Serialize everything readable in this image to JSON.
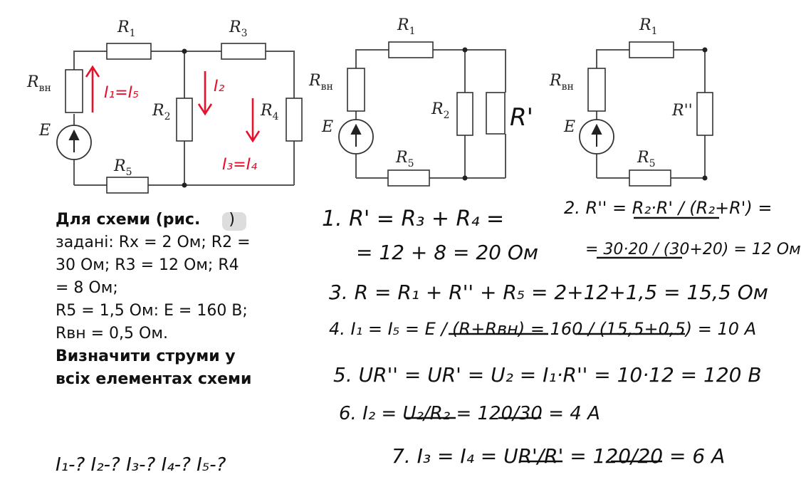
{
  "diagrams": {
    "labels": {
      "r1": "R",
      "r1_sub": "1",
      "r3": "R",
      "r3_sub": "3",
      "r2": "R",
      "r2_sub": "2",
      "r4": "R",
      "r4_sub": "4",
      "r5": "R",
      "r5_sub": "5",
      "rvn": "R",
      "rvn_sub": "вн",
      "e": "E",
      "r_prime": "R'",
      "r_dprime": "R''"
    },
    "annotations": {
      "i1_i5": "I₁=I₅",
      "i2": "I₂",
      "i3_i4": "I₃=I₄"
    }
  },
  "task": {
    "line1_pre": "Для схеми (рис.",
    "line1_post": ")",
    "line2": "задані: Rx = 2 Ом; R2 =",
    "line3": "30 Ом; R3 = 12 Ом; R4",
    "line4": "= 8 Ом;",
    "line5": "R5 = 1,5 Ом: E = 160 В;",
    "line6": "Rвн = 0,5 Ом.",
    "line7": "Визначити струми у",
    "line8": "всіх елементах схеми",
    "question": "I₁-? I₂-? I₃-? I₄-? I₅-?"
  },
  "solution": {
    "s1a": "1. R' = R₃ + R₄ =",
    "s1b": "= 12 + 8 = 20 Ом",
    "s2a": "2. R'' = R₂·R' / (R₂+R') =",
    "s2b": "= 30·20 / (30+20) = 12 Ом",
    "s3": "3. R = R₁ + R'' + R₅ = 2+12+1,5 = 15,5 Ом",
    "s4": "4. I₁ = I₅ = E / (R+Rвн) = 160 / (15,5+0,5) = 10 A",
    "s5": "5. UR'' = UR' = U₂ = I₁·R'' = 10·12 = 120 B",
    "s6": "6. I₂ = U₂/R₂ = 120/30 = 4 A",
    "s7": "7. I₃ = I₄ = UR'/R' = 120/20 = 6 A"
  }
}
